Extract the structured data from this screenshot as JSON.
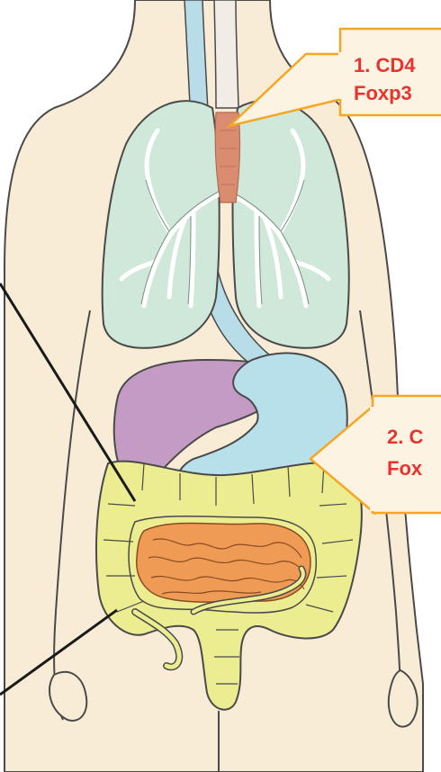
{
  "callouts": [
    {
      "line1": "1. CD4",
      "line2": "Foxp3"
    },
    {
      "line1": "2. C",
      "line2": "Fox"
    }
  ],
  "colors": {
    "background": "#ffffff",
    "skin": "#f8ecd6",
    "outline": "#4a4a4a",
    "lungs": "#cfe8d9",
    "lung_vessels": "#7a8f86",
    "trachea": "#d9b4a6",
    "thymus": "#d98c70",
    "esophagus": "#b8dde8",
    "liver": "#c39bc4",
    "stomach": "#b8e0ea",
    "colon": "#ecec90",
    "small_intestine": "#ef9b55",
    "callout_border": "#f5a623",
    "callout_fill": "#fdf3e3",
    "callout_text": "#e8342e",
    "pointer_line": "#1a1a1a"
  }
}
